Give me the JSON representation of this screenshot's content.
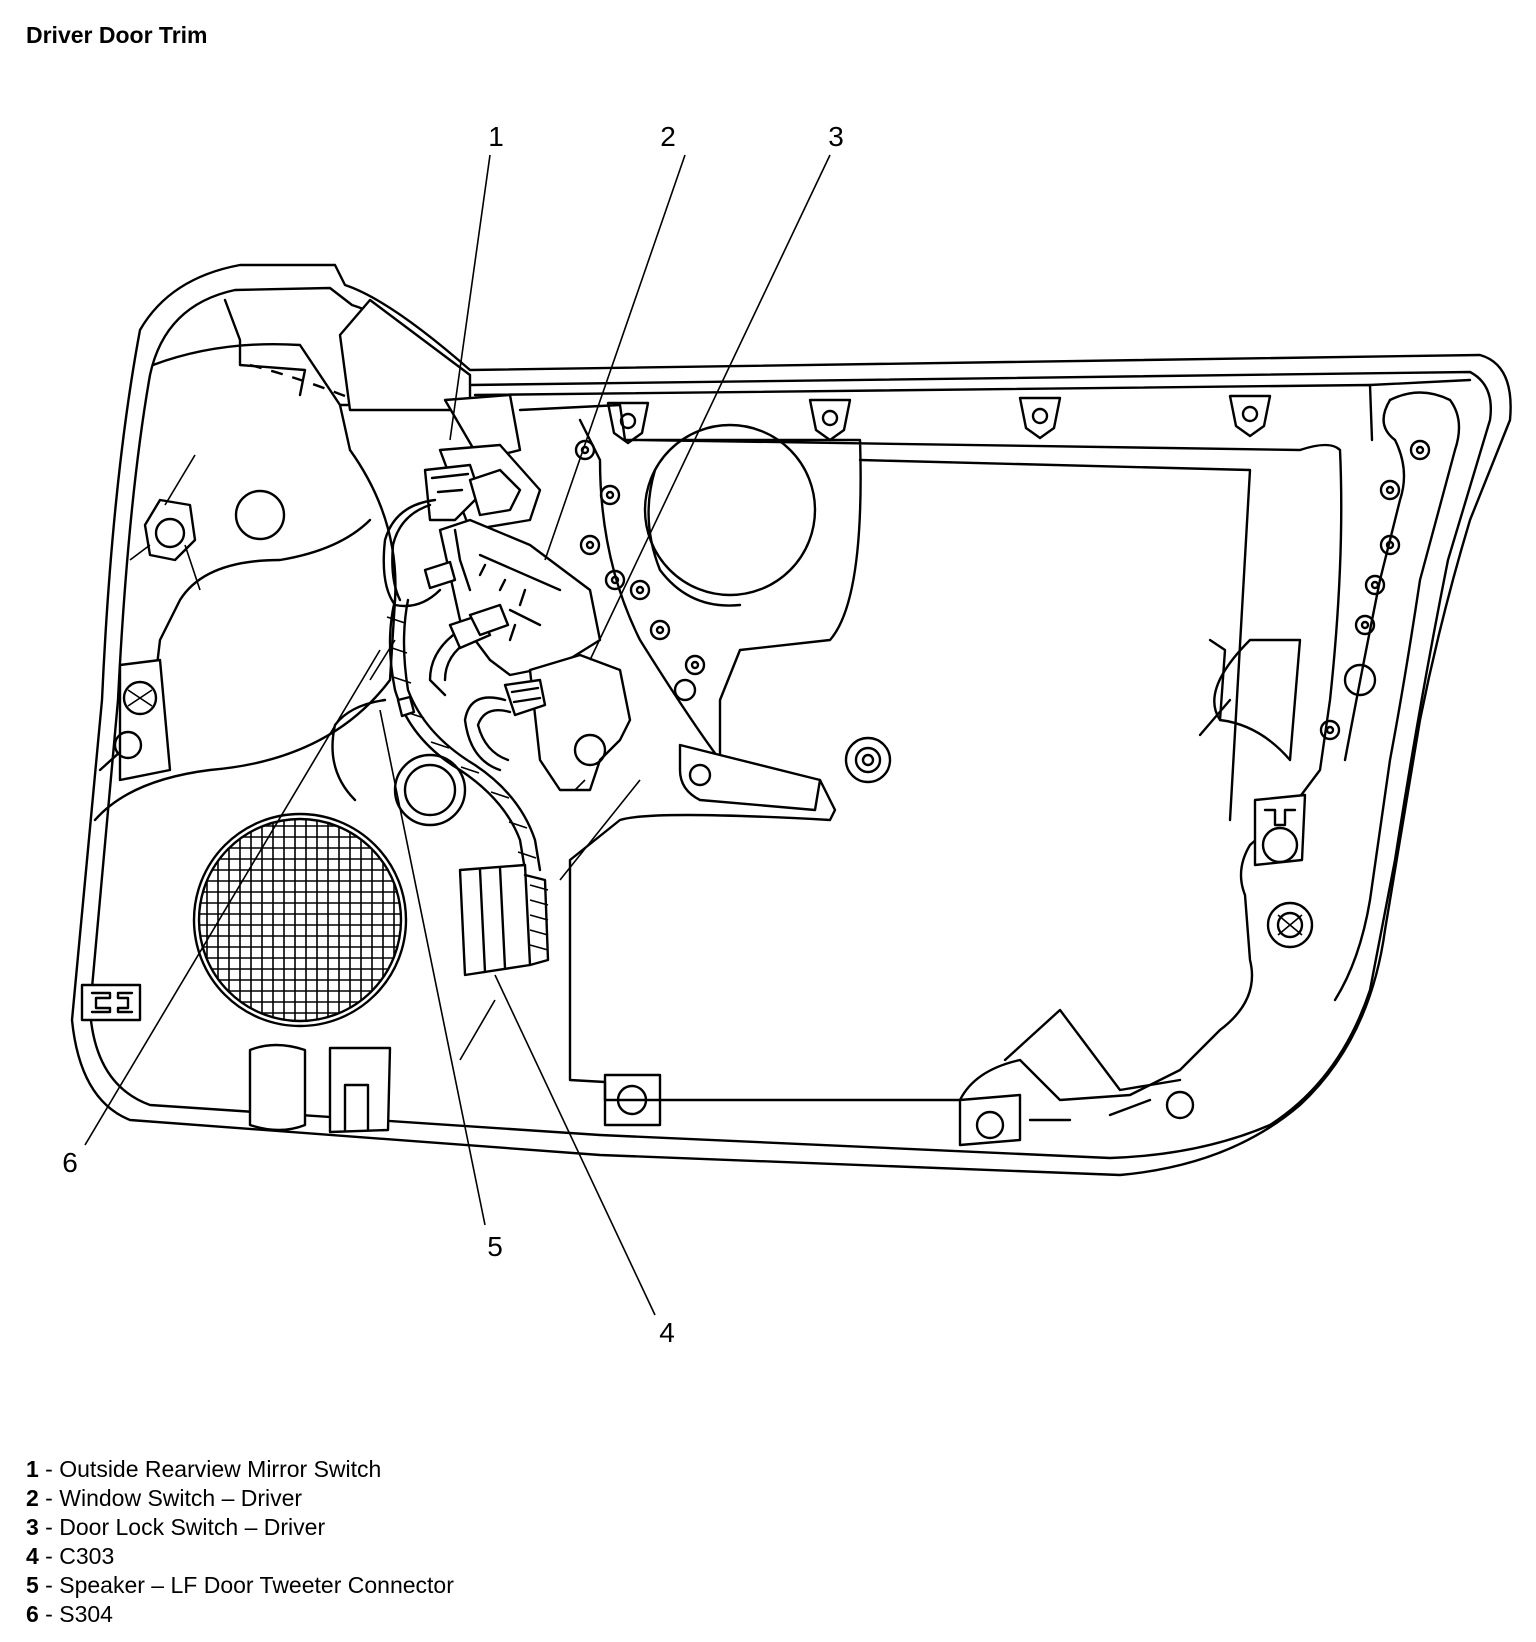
{
  "title": "Driver Door Trim",
  "callouts": [
    {
      "num": "1",
      "desc": "Outside Rearview Mirror Switch"
    },
    {
      "num": "2",
      "desc": "Window Switch – Driver"
    },
    {
      "num": "3",
      "desc": "Door Lock Switch – Driver"
    },
    {
      "num": "4",
      "desc": "C303"
    },
    {
      "num": "5",
      "desc": "Speaker – LF Door Tweeter Connector"
    },
    {
      "num": "6",
      "desc": "S304"
    }
  ]
}
